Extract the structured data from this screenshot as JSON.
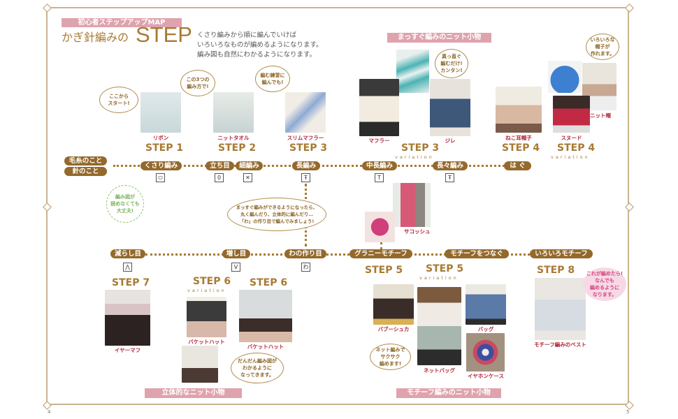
{
  "header": {
    "badge": "初心者ステップアップMAP",
    "title_jp": "かぎ針編みの",
    "title_en": "STEP",
    "intro": [
      "くさり編みから順に編んでいけば",
      "いろいろなものが編めるようになります。",
      "編み図も自然にわかるようになります。"
    ]
  },
  "sections": {
    "straight": "まっすぐ編みのニット小物",
    "three_d": "立体的なニット小物",
    "motif": "モチーフ編みのニット小物"
  },
  "bubbles": {
    "start": "ここから\nスタート!",
    "three": "この3つの\n編み方で!",
    "practice": "編む練習に\n編んでも!",
    "straight": "真っ直ぐ\n編むだけ!\nカンタン!",
    "hats": "いろいろな\n帽子が\n作れます。",
    "chart": "編み図が\n読めなくても\n大丈夫!",
    "round": "まっすぐ編みができるようになったら、\n丸く編んだり、立体的に編んだり…\n「わ」の作り目で編んでみましょう!",
    "gradual": "だんだん編み図が\nわかるように\nなってきます。",
    "net": "ネット編みで\nサクサク\n編めます!",
    "final": "これが編めたら!\nなんでも\n編めるように\nなります。"
  },
  "items": {
    "ribbon": "リボン",
    "towel": "ニットタオル",
    "slim": "スリムマフラー",
    "muffler": "マフラー",
    "gilet": "ジレ",
    "cat": "ねこ耳帽子",
    "snood": "スヌード",
    "knit_hat": "ニット帽",
    "sacoche": "サコッシュ",
    "earmuff": "イヤーマフ",
    "bucket1": "バケットハット",
    "bucket2": "バケットハット",
    "babushka": "バブーシュカ",
    "netbag": "ネットバッグ",
    "bag": "バッグ",
    "earphone": "イヤホンケース",
    "vest": "モチーフ編みのベスト"
  },
  "steps": {
    "s1": "STEP 1",
    "s2": "STEP 2",
    "s3": "STEP 3",
    "s3v": "STEP 3",
    "s4": "STEP 4",
    "s4v": "STEP 4",
    "s5": "STEP 5",
    "s5v": "STEP 5",
    "s6": "STEP 6",
    "s6v": "STEP 6",
    "s7": "STEP 7",
    "s8": "STEP 8",
    "variation": "variation"
  },
  "stitches": {
    "yarn": "毛糸のこと",
    "hook": "針のこと",
    "chain": "くさり編み",
    "turn": "立ち目",
    "single": "細編み",
    "double": "長編み",
    "half": "中長編み",
    "treble": "長々編み",
    "join": "は ぐ",
    "dec": "減らし目",
    "inc": "増し目",
    "ring": "わの作り目",
    "granny": "グラニーモチーフ",
    "connect": "モチーフをつなぐ",
    "various": "いろいろモチーフ"
  },
  "symbols": {
    "chain": "⬭",
    "turn": "0",
    "single": "✕",
    "double": "Ŧ",
    "half": "T",
    "treble": "Ŧ",
    "dec": "⋀",
    "inc": "V",
    "ring": "わ"
  },
  "pages": {
    "left": "4",
    "right": "5"
  }
}
